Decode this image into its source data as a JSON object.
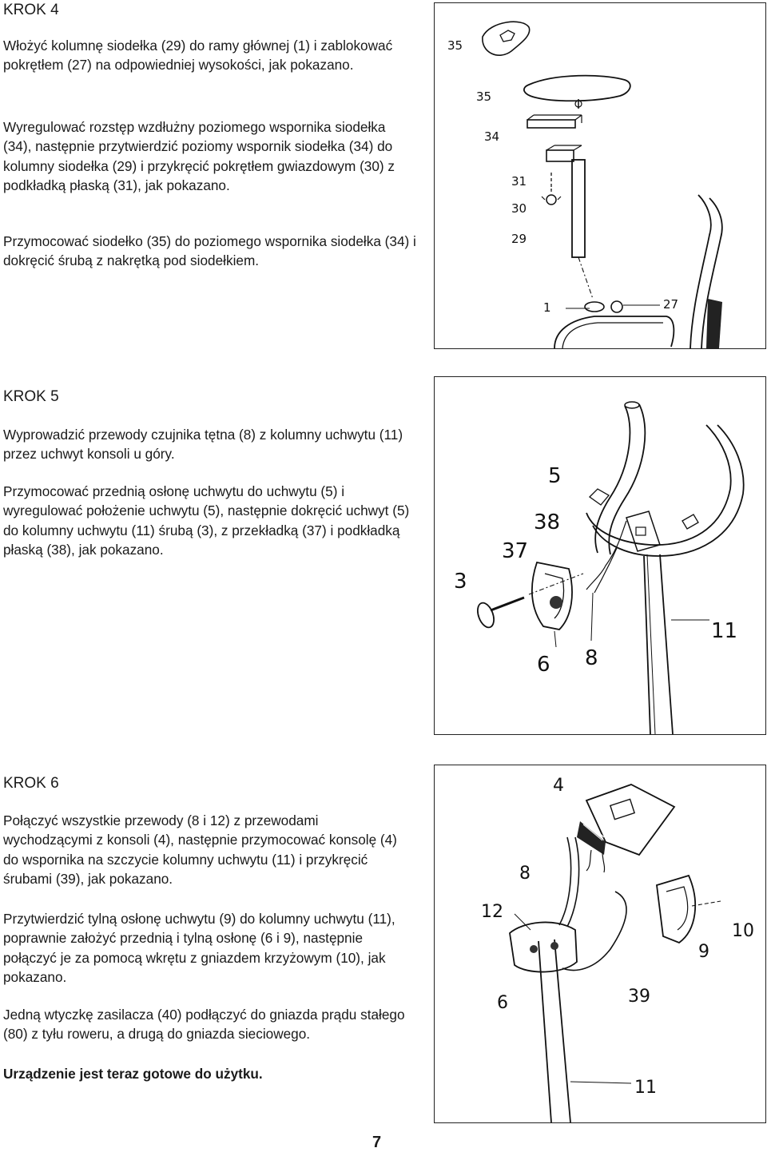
{
  "step4": {
    "heading": "KROK 4",
    "p1": "Włożyć kolumnę siodełka (29) do ramy głównej (1) i zablokować pokrętłem (27) na odpowiedniej wysokości, jak pokazano.",
    "p2": "Wyregulować rozstęp wzdłużny poziomego wspornika siodełka (34), następnie przytwierdzić poziomy wspornik siodełka (34) do kolumny siodełka (29) i przykręcić pokrętłem gwiazdowym (30) z podkładką płaską (31), jak pokazano.",
    "p3": "Przymocować siodełko (35) do poziomego wspornika siodełka (34) i dokręcić śrubą z nakrętką pod siodełkiem.",
    "labels": [
      "35",
      "35",
      "34",
      "31",
      "30",
      "29",
      "1",
      "27"
    ]
  },
  "step5": {
    "heading": "KROK 5",
    "p1": "Wyprowadzić przewody czujnika tętna (8) z kolumny uchwytu (11) przez uchwyt konsoli u góry.",
    "p2": "Przymocować przednią osłonę uchwytu do uchwytu (5) i wyregulować położenie uchwytu (5), następnie dokręcić uchwyt (5) do kolumny uchwytu (11) śrubą (3), z przekładką (37) i podkładką płaską (38), jak pokazano.",
    "labels": [
      "5",
      "38",
      "37",
      "3",
      "11",
      "6",
      "8"
    ]
  },
  "step6": {
    "heading": "KROK 6",
    "p1": "Połączyć wszystkie przewody (8 i 12) z przewodami wychodzącymi z konsoli (4), następnie przymocować konsolę (4) do wspornika na szczycie kolumny uchwytu (11) i przykręcić śrubami (39), jak pokazano.",
    "p2": "Przytwierdzić tylną osłonę uchwytu (9) do kolumny uchwytu (11), poprawnie założyć przednią i tylną osłonę (6 i 9), następnie połączyć je za pomocą wkrętu z gniazdem krzyżowym (10), jak pokazano.",
    "p3": "Jedną wtyczkę zasilacza (40) podłączyć do gniazda prądu stałego (80) z tyłu roweru, a drugą do gniazda sieciowego.",
    "p4": "Urządzenie jest teraz gotowe do użytku.",
    "labels": [
      "4",
      "8",
      "12",
      "10",
      "9",
      "6",
      "39",
      "11"
    ]
  },
  "page_number": "7"
}
